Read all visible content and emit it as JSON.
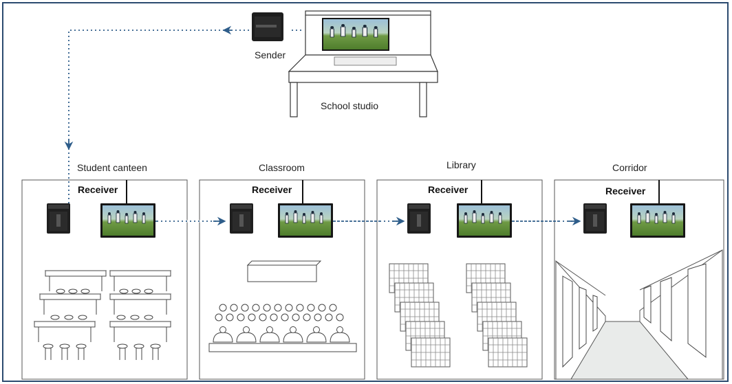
{
  "diagram": {
    "sender_label": "Sender",
    "studio_label": "School studio",
    "receiver_label": "Receiver",
    "rooms": [
      {
        "name": "Student canteen"
      },
      {
        "name": "Classroom"
      },
      {
        "name": "Library"
      },
      {
        "name": "Corridor"
      }
    ]
  },
  "colors": {
    "border": "#2b4a6f",
    "link": "#2e5d8a",
    "device": "#1a1a1a"
  }
}
